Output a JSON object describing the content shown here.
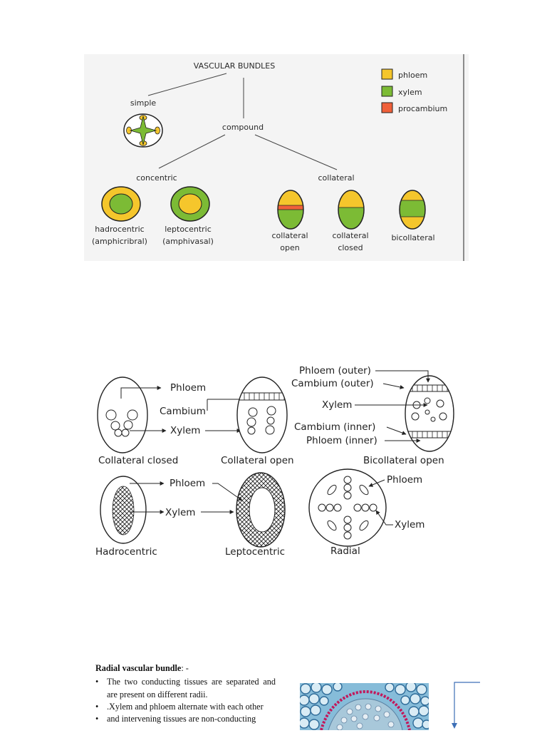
{
  "diagram1": {
    "root": "VASCULAR BUNDLES",
    "simple": "simple",
    "compound": "compound",
    "concentric": "concentric",
    "collateral": "collateral",
    "hadro_l1": "hadrocentric",
    "hadro_l2": "(amphicribral)",
    "lepto_l1": "leptocentric",
    "lepto_l2": "(amphivasal)",
    "colopen_l1": "collateral",
    "colopen_l2": "open",
    "colclosed_l1": "collateral",
    "colclosed_l2": "closed",
    "bicollateral": "bicollateral",
    "legend": [
      {
        "label": "phloem",
        "color": "#f5c62c"
      },
      {
        "label": "xylem",
        "color": "#7cbb35"
      },
      {
        "label": "procambium",
        "color": "#f0603a"
      }
    ]
  },
  "diagram2": {
    "phloem": "Phloem",
    "cambium": "Cambium",
    "xylem": "Xylem",
    "phloem_outer": "Phloem (outer)",
    "cambium_outer": "Cambium (outer)",
    "cambium_inner": "Cambium (inner)",
    "phloem_inner": "Phloem (inner)",
    "collateral_closed": "Collateral closed",
    "collateral_open": "Collateral open",
    "bicollateral_open": "Bicollateral open",
    "hadrocentric": "Hadrocentric",
    "leptocentric": "Leptocentric",
    "radial": "Radial"
  },
  "notes": {
    "heading": "Radial vascular bundle",
    "heading_suffix": ": -",
    "items": [
      "The two conducting tissues are separated and are present on different radii.",
      ".Xylem and phloem alternate with each other",
      "and intervening tissues are non-conducting"
    ]
  }
}
